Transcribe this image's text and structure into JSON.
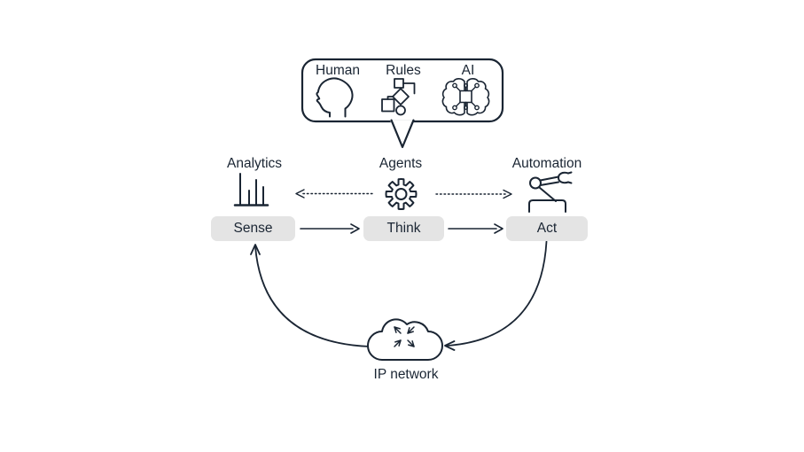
{
  "colors": {
    "ink": "#1a2533",
    "box_fill": "#e4e4e4",
    "background": "#ffffff"
  },
  "bubble": {
    "items": [
      {
        "label": "Human",
        "icon": "human-head-icon"
      },
      {
        "label": "Rules",
        "icon": "rules-flowchart-icon"
      },
      {
        "label": "AI",
        "icon": "ai-brain-icon"
      }
    ]
  },
  "pipeline": {
    "columns": [
      {
        "label": "Analytics",
        "icon": "bar-chart-icon",
        "stage": "Sense"
      },
      {
        "label": "Agents",
        "icon": "gear-icon",
        "stage": "Think"
      },
      {
        "label": "Automation",
        "icon": "robot-arm-icon",
        "stage": "Act"
      }
    ]
  },
  "network": {
    "label": "IP network",
    "icon": "cloud-icon"
  }
}
